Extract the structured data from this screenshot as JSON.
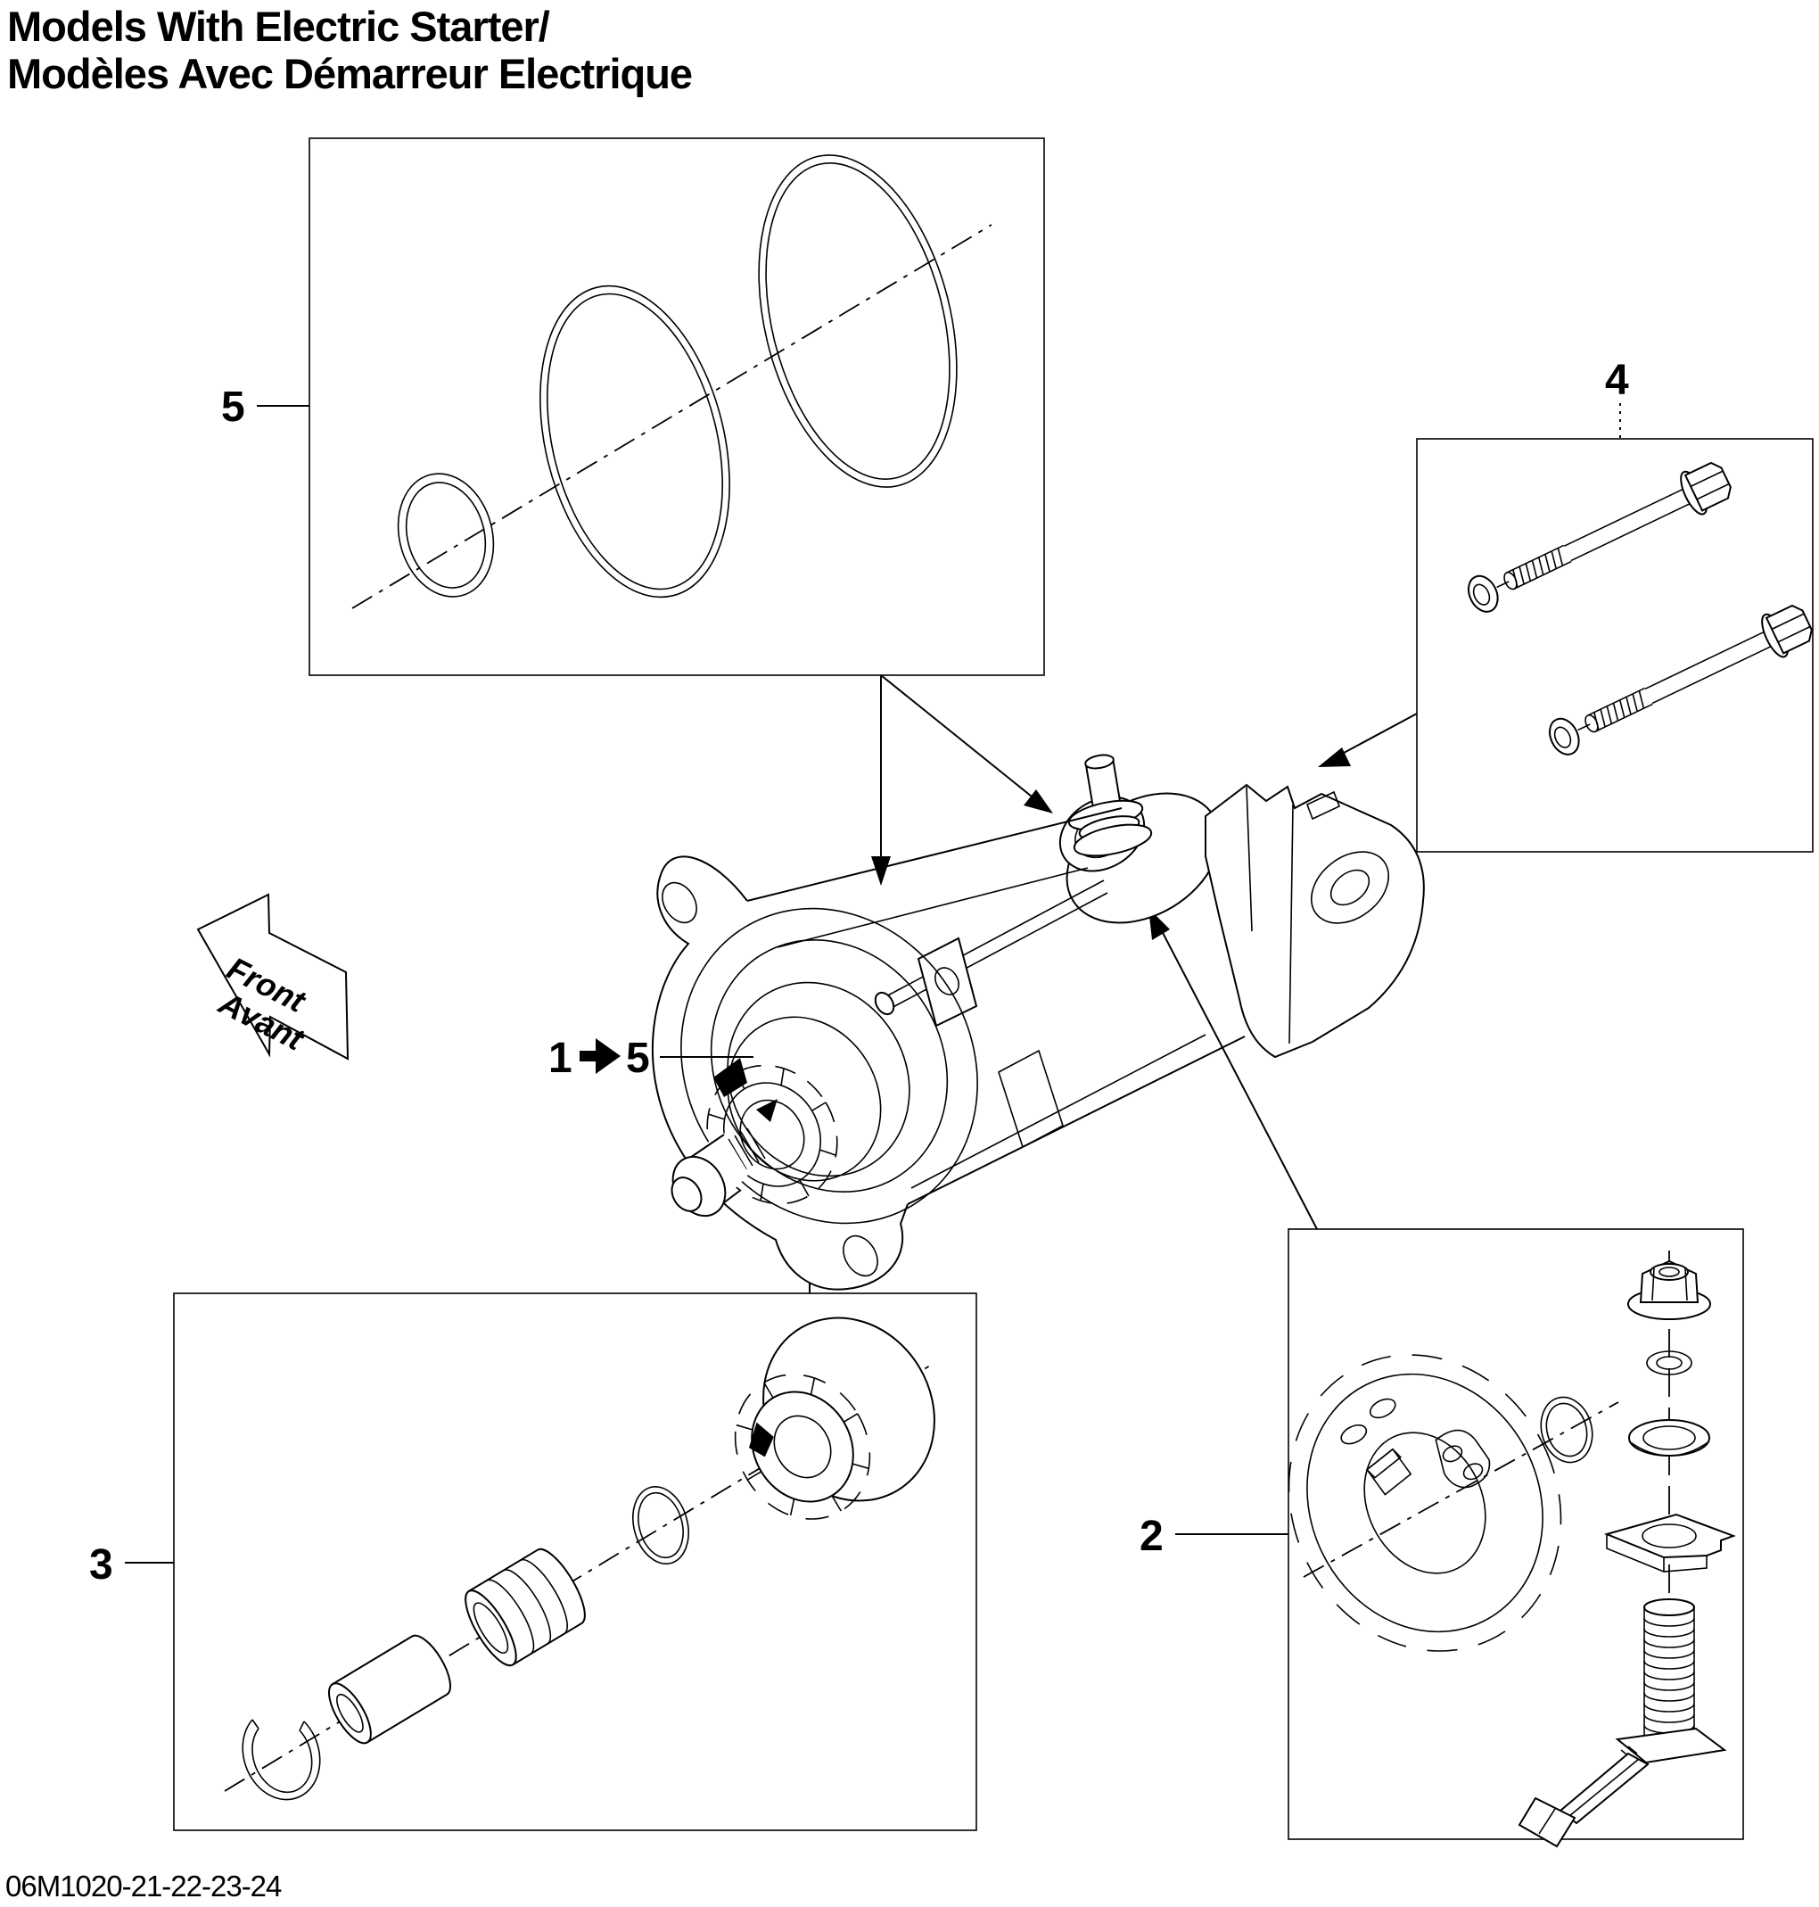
{
  "title": {
    "line1": "Models With Electric Starter/",
    "line2": "Modèles Avec Démarreur Electrique"
  },
  "orientation_arrow": {
    "line1": "Front",
    "line2": "Avant"
  },
  "callouts": {
    "range_from": "1",
    "range_to": "5",
    "group2": "2",
    "group3": "3",
    "group4": "4",
    "group5": "5"
  },
  "footer": {
    "document_code": "06M1020-21-22-23-24"
  },
  "colors": {
    "ink": "#000000",
    "paper": "#ffffff"
  },
  "diagram_type": "exploded-parts-diagram-electric-starter"
}
